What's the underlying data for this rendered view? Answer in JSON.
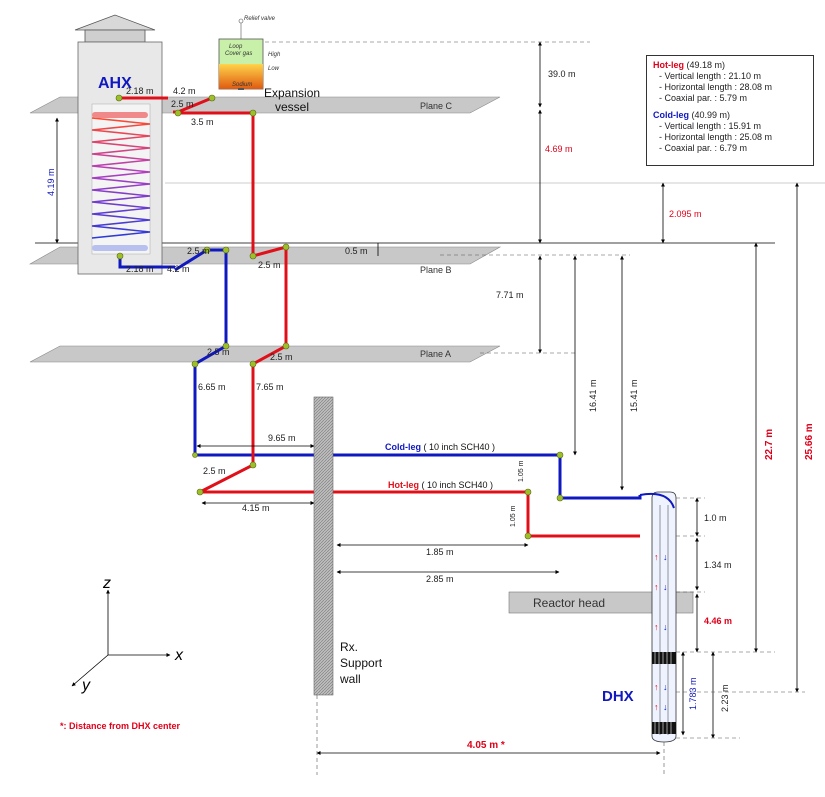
{
  "components": {
    "ahx": "AHX",
    "dhx": "DHX",
    "expansion_vessel": [
      "Expansion",
      "vessel"
    ],
    "reactor_head": "Reactor head",
    "support_wall": [
      "Rx.",
      "Support",
      "wall"
    ],
    "exp_vessel_labels": {
      "relief": "Relief valve",
      "loop_cover": [
        "Loop",
        "Cover gas"
      ],
      "high": "High",
      "low": "Low",
      "sodium": "Sodium"
    }
  },
  "planes": {
    "c": "Plane C",
    "b": "Plane B",
    "a": "Plane A"
  },
  "pipes": {
    "cold_leg": {
      "name": "Cold-leg",
      "spec": " ( 10 inch SCH40 )"
    },
    "hot_leg": {
      "name": "Hot-leg",
      "spec": " ( 10 inch SCH40 )"
    }
  },
  "dimensions": {
    "ahx_in_top": "2.18 m",
    "ahx_top_a": "4.2 m",
    "ahx_top_b": "2.5 m",
    "ahx_top_c": "3.5 m",
    "coil_height": "4.19 m",
    "ahx_bot_a": "2.18 m",
    "ahx_bot_b": "4.2 m",
    "planeB_cold": "2.5 m",
    "planeB_hot": "2.5 m",
    "planeB_gap": "0.5 m",
    "planeA_cold": "2.5 m",
    "planeA_hot": "2.5 m",
    "cold_vert": "6.65 m",
    "hot_vert": "7.65 m",
    "cold_horiz": "9.65 m",
    "hot_diag": "2.5 m",
    "hot_horiz": "4.15 m",
    "cold_drop": "1.05 m",
    "hot_drop": "1.05 m",
    "wall_hot": "1.85 m",
    "wall_cold": "2.85 m",
    "top_dim": "39.0 m",
    "planeC_B": "4.69 m",
    "plane_gap": "2.095 m",
    "planeB_A": "7.71 m",
    "cold_total": "16.41 m",
    "hot_total": "15.41 m",
    "dhx_a": "1.0 m",
    "dhx_b": "1.34 m",
    "dhx_c": "4.46 m",
    "dhx_d": "1.783 m",
    "dhx_e": "2.23 m",
    "elev_1": "22.7 m",
    "elev_2": "25.66 m",
    "bottom": "4.05 m *"
  },
  "legend": {
    "hot_name": "Hot-leg",
    "hot_total": " (49.18 m)",
    "hot_items": [
      "- Vertical length : 21.10 m",
      "- Horizontal length : 28.08 m",
      "- Coaxial par. : 5.79 m"
    ],
    "cold_name": "Cold-leg",
    "cold_total": " (40.99 m)",
    "cold_items": [
      "- Vertical length : 15.91 m",
      "- Horizontal length : 25.08 m",
      "- Coaxial par. : 6.79 m"
    ]
  },
  "axes": {
    "z": "z",
    "x": "x",
    "y": "y"
  },
  "footnote": "*: Distance from DHX center",
  "colors": {
    "hot": "#e0101a",
    "cold": "#1018c0",
    "node": "#9cbf2a",
    "plane": "#c8c8c8"
  }
}
